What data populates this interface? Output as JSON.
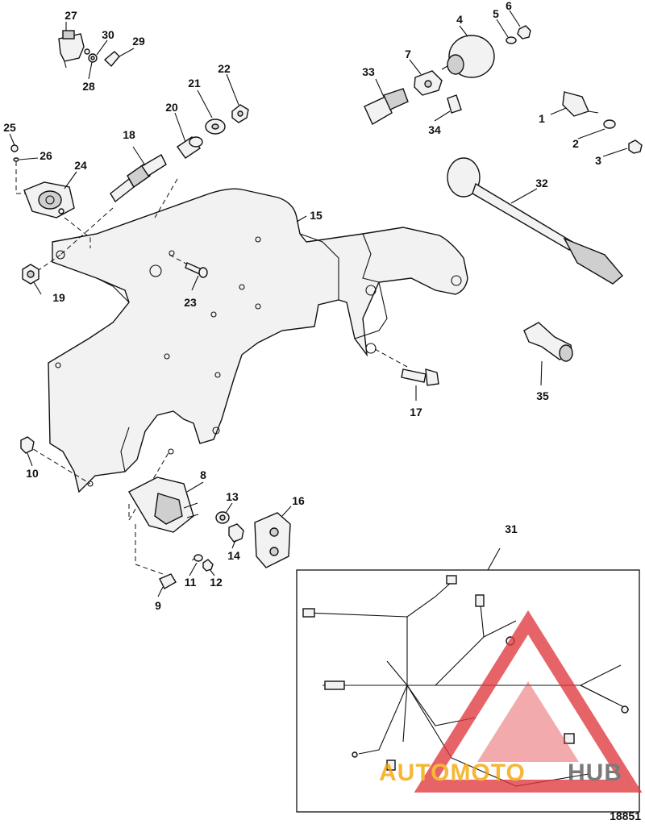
{
  "callouts": [
    "1",
    "2",
    "3",
    "4",
    "5",
    "6",
    "7",
    "8",
    "9",
    "10",
    "11",
    "12",
    "13",
    "14",
    "15",
    "16",
    "17",
    "18",
    "19",
    "20",
    "21",
    "22",
    "23",
    "24",
    "25",
    "26",
    "27",
    "28",
    "29",
    "30",
    "31",
    "32",
    "33",
    "34",
    "35"
  ],
  "figure_number": "18851",
  "watermark": {
    "text_a": "AUTOMOTO",
    "text_b": "HUB",
    "color_primary": "#e0393e",
    "color_secondary": "#f4a300",
    "color_tertiary": "#555555"
  }
}
